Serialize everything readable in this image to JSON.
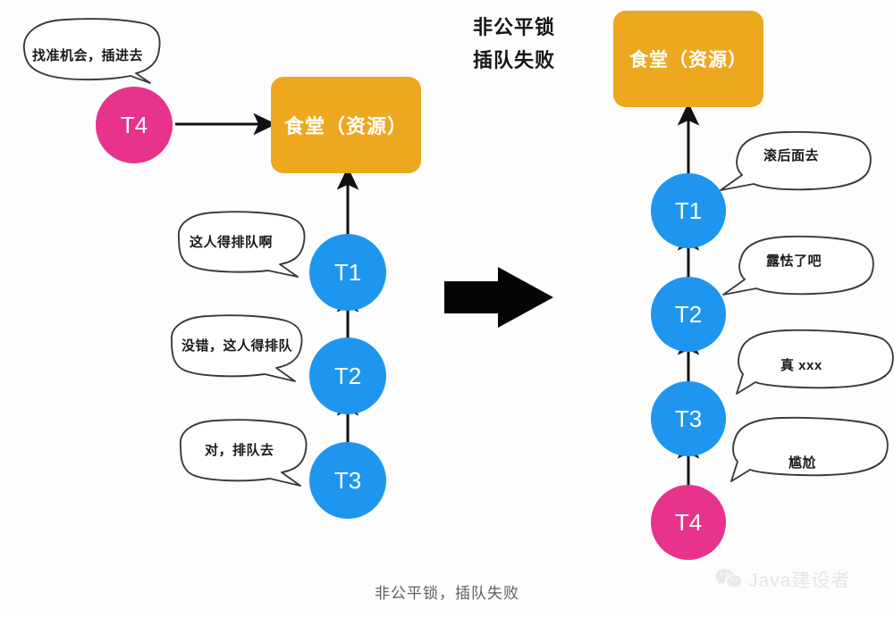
{
  "title": {
    "line1": "非公平锁",
    "line2": "插队失败"
  },
  "caption": "非公平锁，插队失败",
  "watermark": {
    "icon": "wechat-icon",
    "label": "Java建设者"
  },
  "colors": {
    "resource": "#eda81f",
    "thread_blue": "#1e96f0",
    "thread_pink": "#e7338c",
    "arrow": "#111111",
    "bubble_stroke": "#3a3a3a",
    "background": "#fdfdfd",
    "caption_text": "#59606a"
  },
  "left_panel": {
    "name": "unfair-lock-before",
    "resource_box": {
      "label": "食堂（资源）"
    },
    "jumper": {
      "id": "T4",
      "label": "T4",
      "color": "#e7338c",
      "bubble": "找准机会，插进去"
    },
    "queue": [
      {
        "id": "T1",
        "label": "T1",
        "color": "#1e96f0",
        "bubble": "这人得排队啊"
      },
      {
        "id": "T2",
        "label": "T2",
        "color": "#1e96f0",
        "bubble": "没错，这人得排队"
      },
      {
        "id": "T3",
        "label": "T3",
        "color": "#1e96f0",
        "bubble": "对，排队去"
      }
    ]
  },
  "transition": {
    "icon": "right-arrow-icon"
  },
  "right_panel": {
    "name": "unfair-lock-after",
    "resource_box": {
      "label": "食堂（资源）"
    },
    "queue": [
      {
        "id": "T1",
        "label": "T1",
        "color": "#1e96f0",
        "bubble": "滚后面去"
      },
      {
        "id": "T2",
        "label": "T2",
        "color": "#1e96f0",
        "bubble": "露怯了吧"
      },
      {
        "id": "T3",
        "label": "T3",
        "color": "#1e96f0",
        "bubble": "真 xxx"
      },
      {
        "id": "T4",
        "label": "T4",
        "color": "#e7338c",
        "bubble": "尴尬"
      }
    ]
  }
}
